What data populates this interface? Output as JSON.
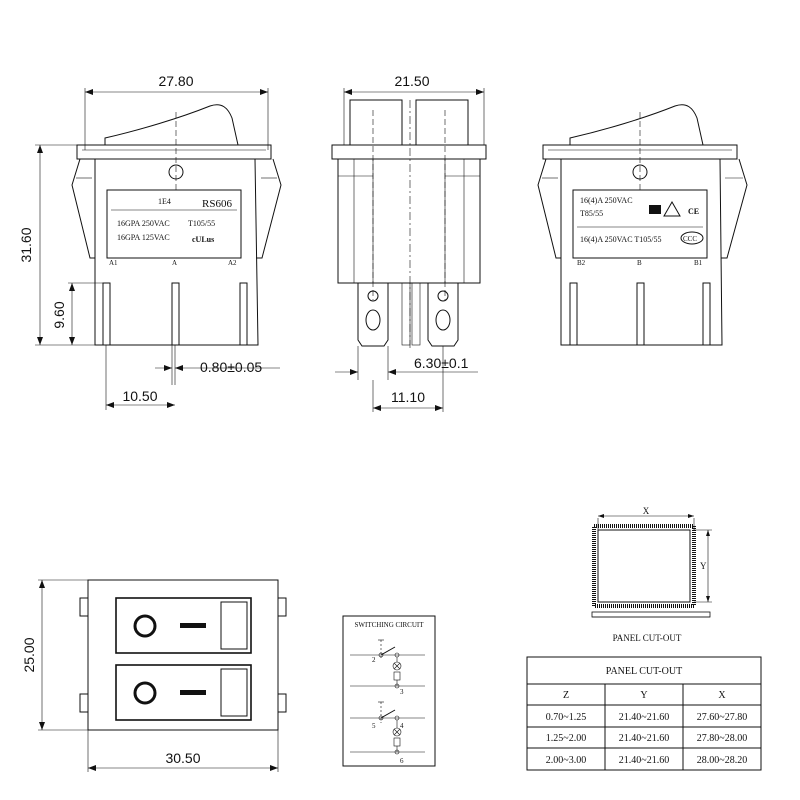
{
  "front_view": {
    "dim_width": "27.80",
    "dim_height": "31.60",
    "dim_terminal": "9.60",
    "dim_thickness": "0.80±0.05",
    "dim_offset": "10.50",
    "label_code": "1E4",
    "label_model": "RS606",
    "label_rating_1": "16GPA  250VAC",
    "label_rating_2": "16GPA  125VAC",
    "label_temp": "T105/55",
    "label_cert": "cULus",
    "term_a1": "A1",
    "term_a": "A",
    "term_a2": "A2"
  },
  "side_view": {
    "dim_width": "21.50",
    "dim_tab": "6.30±0.1",
    "dim_spacing": "11.10"
  },
  "rear_view": {
    "label_rating_1": "16(4)A  250VAC",
    "label_temp_1": "T85/55",
    "label_rating_2": "16(4)A    250VAC  T105/55",
    "label_cert": "CE",
    "label_ccc": "CCC",
    "term_b2": "B2",
    "term_b": "B",
    "term_b1": "B1"
  },
  "top_view": {
    "dim_height": "25.00",
    "dim_width": "30.50"
  },
  "circuit": {
    "title": "SWITCHING CIRCUIT",
    "pin_2": "2",
    "pin_3": "3",
    "pin_4": "4",
    "pin_5": "5",
    "pin_6": "6"
  },
  "cutout": {
    "label_x": "X",
    "label_y": "Y",
    "caption": "PANEL CUT-OUT",
    "table_title": "PANEL CUT-OUT",
    "headers": [
      "Z",
      "Y",
      "X"
    ],
    "rows": [
      [
        "0.70~1.25",
        "21.40~21.60",
        "27.60~27.80"
      ],
      [
        "1.25~2.00",
        "21.40~21.60",
        "27.80~28.00"
      ],
      [
        "2.00~3.00",
        "21.40~21.60",
        "28.00~28.20"
      ]
    ]
  }
}
